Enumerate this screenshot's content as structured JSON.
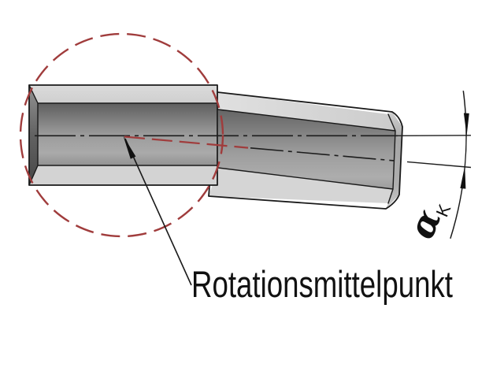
{
  "figure": {
    "type": "technical-drawing",
    "description_domain": "shaft kink-angle diagram",
    "labels": {
      "rotation_center": "Rotationsmittelpunkt",
      "angle_symbol": "α",
      "angle_subscript": "K"
    },
    "colors": {
      "highlight_red": "#a03c3c",
      "line_black": "#1a1a1a"
    }
  }
}
